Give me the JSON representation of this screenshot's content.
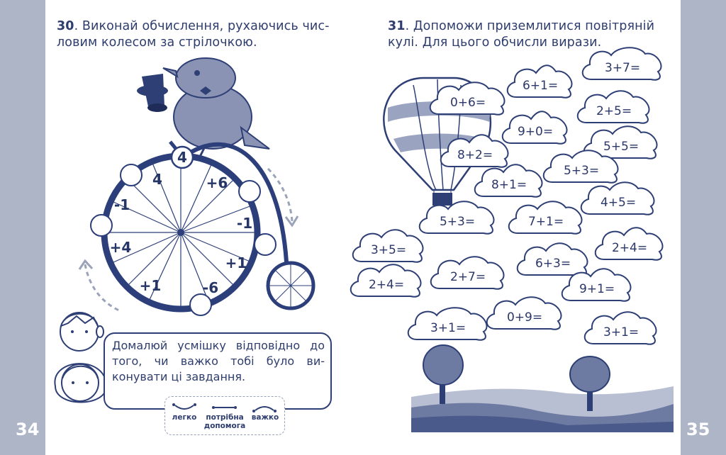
{
  "page_numbers": {
    "left": "34",
    "right": "35"
  },
  "task30": {
    "number": "30",
    "text": ". Виконай обчислення, рухаючись чис-ловим колесом за стрілочкою."
  },
  "task31": {
    "number": "31",
    "text": ". Допоможи приземлитися повітряній кулі. Для цього обчисли вирази."
  },
  "wheel": {
    "start": "4",
    "labels": [
      "4",
      "+6",
      "-1",
      "+1",
      "-6",
      "+1",
      "+4",
      "-1"
    ]
  },
  "smile_prompt": "Домалюй усмішку відповідно до того, чи важко тобі було ви-конувати ці завдання.",
  "legend": {
    "easy": "легко",
    "help": "потрібна допомога",
    "hard": "важко"
  },
  "clouds": [
    "3+7=",
    "6+1=",
    "0+6=",
    "2+5=",
    "9+0=",
    "5+5=",
    "8+2=",
    "5+3=",
    "8+1=",
    "4+5=",
    "5+3=",
    "7+1=",
    "3+5=",
    "2+4=",
    "6+3=",
    "2+7=",
    "9+1=",
    "2+4=",
    "0+9=",
    "3+1=",
    "3+1="
  ]
}
